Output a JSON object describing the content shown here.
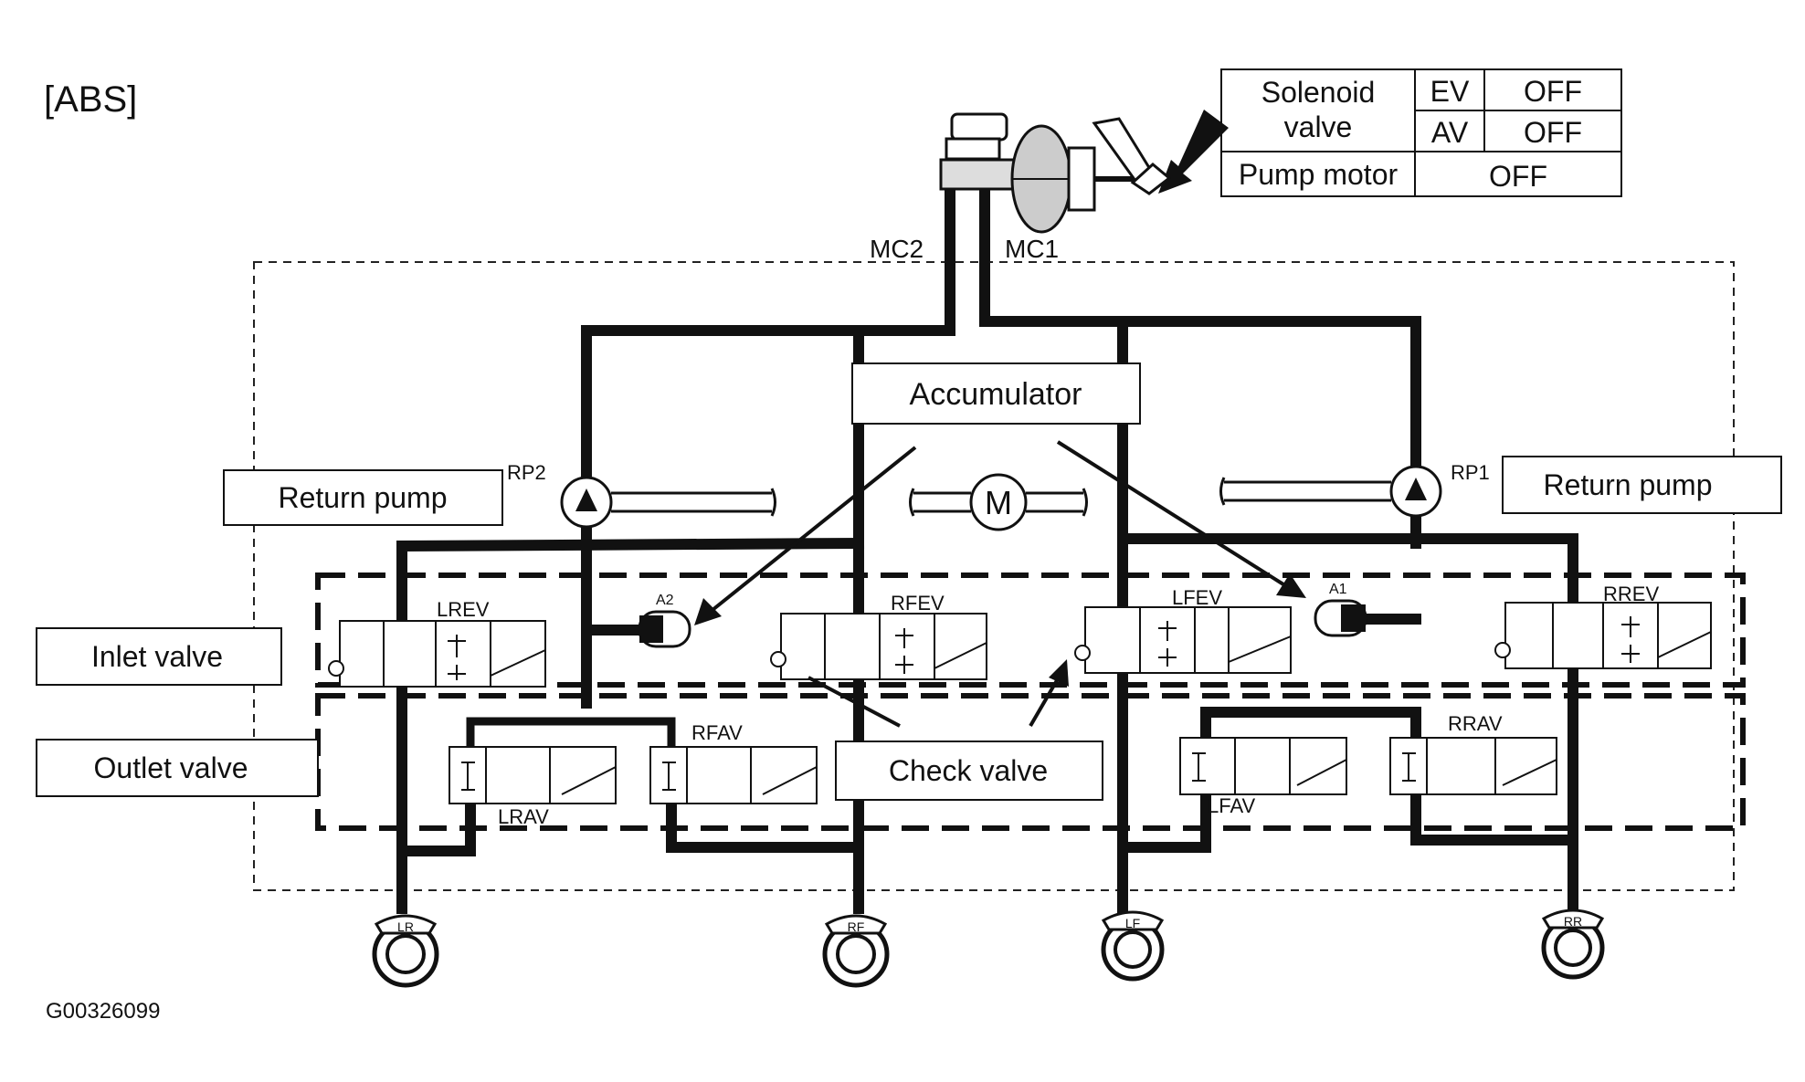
{
  "section_label": "[ABS]",
  "figure_id": "G00326099",
  "status_table": {
    "solenoid_label": "Solenoid valve",
    "ev_label": "EV",
    "ev_state": "OFF",
    "av_label": "AV",
    "av_state": "OFF",
    "pump_label": "Pump motor",
    "pump_state": "OFF"
  },
  "ports": {
    "mc2": "MC2",
    "mc1": "MC1",
    "rp2": "RP2",
    "rp1": "RP1",
    "a2": "A2",
    "a1": "A1"
  },
  "callouts": {
    "accumulator": "Accumulator",
    "return_pump_left": "Return pump",
    "return_pump_right": "Return pump",
    "inlet_valve": "Inlet valve",
    "outlet_valve": "Outlet valve",
    "check_valve": "Check valve"
  },
  "motor_symbol": "M",
  "valves": {
    "lrev": "LREV",
    "rfev": "RFEV",
    "lfev": "LFEV",
    "rrev": "RREV",
    "lrav": "LRAV",
    "rfav": "RFAV",
    "lfav": "LFAV",
    "rrav": "RRAV"
  },
  "wheels": {
    "lr": "LR",
    "rf": "RF",
    "lf": "LF",
    "rr": "RR"
  }
}
